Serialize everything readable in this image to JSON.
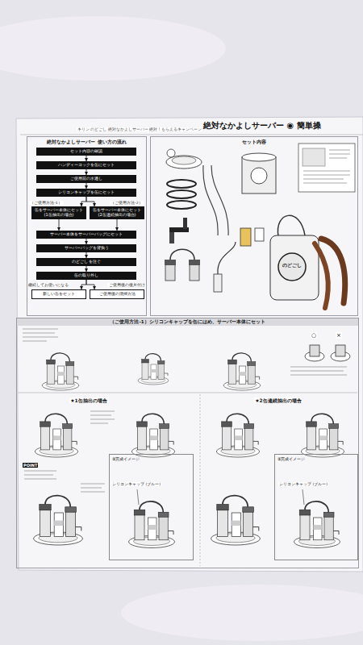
{
  "diagram": {
    "title": "絶対なかよしサーバー ◉ 簡単操",
    "nodes": [
      {
        "text": [
          "絶対なかよしサーバー 使い方の流れ"
        ]
      },
      {
        "text": [
          "セット内容の確認"
        ],
        "in": 0
      },
      {
        "text": [
          "ハンディーコックを缶にセット"
        ],
        "in": 0
      },
      {
        "text": [
          "ご使用前の水通し"
        ],
        "in": 0
      },
      {
        "text": [
          "シリコンキャップを缶にセット"
        ],
        "in": 0
      },
      {
        "text": [
          "缶をサーバー本体にセット (1缶抽出の場合)"
        ],
        "in": 0
      },
      {
        "text": [
          "缶をサーバー本体にセット (2缶連続抽出の場合)"
        ],
        "in": 0
      },
      {
        "text": [
          "サーバー本体をサーバーバッグにセット"
        ],
        "in": 0
      },
      {
        "text": [
          "サーバーバッグを背負う"
        ],
        "in": 0
      },
      {
        "text": [
          "のどごし を注ぐ"
        ],
        "in": 0
      },
      {
        "text": [
          "缶の取り外し"
        ],
        "in": 0
      },
      {
        "text": [
          "新しい缶をセット"
        ],
        "in": 0
      },
      {
        "text": [
          "ご使用後の清掃方法"
        ],
        "in": 0
      },
      {
        "text": [
          "セット内容"
        ]
      },
      {
        "text": [
          "（ご使用方法-1）シリコンキャップを缶にはめ、サーバー本体にセット"
        ]
      },
      {
        "text": [
          "⑤完成イメージ"
        ],
        "in": 14
      },
      {
        "text": [
          "⑤完成イメージ"
        ],
        "in": 14
      }
    ],
    "edges": [
      {
        "from": 1,
        "to": 2,
        "arrow": "to"
      },
      {
        "from": 2,
        "to": 3,
        "arrow": "to"
      },
      {
        "from": 3,
        "to": 4,
        "arrow": "to"
      },
      {
        "from": 4,
        "to": 5,
        "arrow": "to"
      },
      {
        "from": 4,
        "to": 6,
        "arrow": "to"
      },
      {
        "from": 5,
        "to": 7,
        "arrow": "to"
      },
      {
        "from": 6,
        "to": 7,
        "arrow": "to"
      },
      {
        "from": 7,
        "to": 8,
        "arrow": "to"
      },
      {
        "from": 8,
        "to": 9,
        "arrow": "to"
      },
      {
        "from": 9,
        "to": 10,
        "arrow": "to"
      },
      {
        "from": 10,
        "to": 11,
        "arrow": "to"
      },
      {
        "from": 10,
        "to": 12,
        "arrow": "to"
      }
    ],
    "labels": [
      "キリン のどごし 絶対なかよしサーバー 絶対！もらえるキャンペーン",
      "（ご使用方法-1）",
      "（ご使用方法-2）",
      "継続してお使いになる",
      "ご使用後の後片付け",
      "★1缶抽出の場合",
      "★2缶連続抽出の場合",
      "POINT",
      "シリコンキャップ (ブルー)",
      "シリコンキャップ (ブルー)",
      "○",
      "×",
      "のどごし"
    ]
  }
}
